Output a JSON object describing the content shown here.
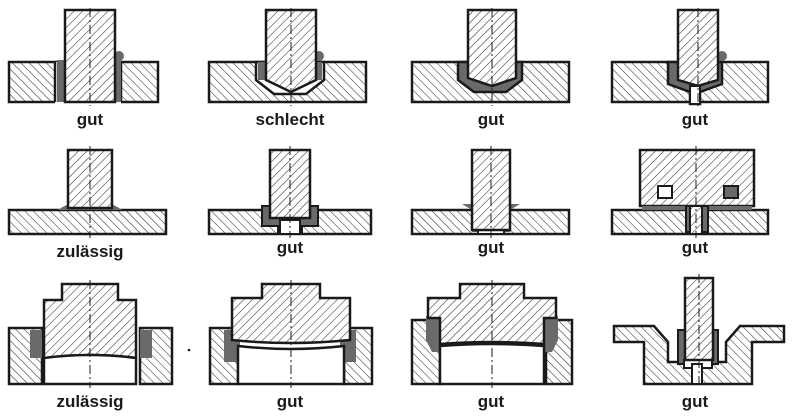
{
  "figure": {
    "row1": [
      "gut",
      "schlecht",
      "gut",
      "gut"
    ],
    "row2": [
      "zulässig",
      "gut",
      "gut",
      "gut"
    ],
    "row3": [
      "zulässig",
      "gut",
      "gut",
      "gut"
    ]
  },
  "colors": {
    "ink": "#1a1a1a",
    "hatch": "#333333",
    "solder": "#6a6a6a",
    "paper": "#ffffff"
  }
}
